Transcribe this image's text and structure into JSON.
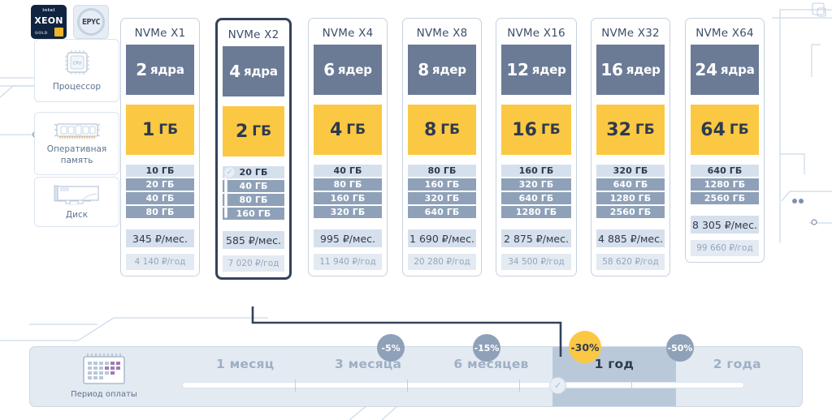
{
  "brand": {
    "cpu_logos": [
      {
        "name": "intel-xeon-logo",
        "vendor": "intel",
        "model": "XEON",
        "tier": "GOLD"
      },
      {
        "name": "amd-epyc-logo",
        "text": "EPYC"
      }
    ]
  },
  "spec_rows": [
    {
      "icon": "cpu-icon",
      "label": "Процессор"
    },
    {
      "icon": "ram-icon",
      "label": "Оперативная\nпамять"
    },
    {
      "icon": "disk-icon",
      "label": "Диск"
    }
  ],
  "plans": [
    {
      "title": "NVMe X1",
      "selected": false,
      "cores_value": "2",
      "cores_unit": "ядра",
      "ram_value": "1",
      "ram_unit": "ГБ",
      "disks": [
        "10 ГБ",
        "20 ГБ",
        "40 ГБ",
        "80 ГБ"
      ],
      "disk_selected_index": 0,
      "price_month": "345 ₽/мес.",
      "price_year": "4 140 ₽/год"
    },
    {
      "title": "NVMe X2",
      "selected": true,
      "cores_value": "4",
      "cores_unit": "ядра",
      "ram_value": "2",
      "ram_unit": "ГБ",
      "disks": [
        "20 ГБ",
        "40 ГБ",
        "80 ГБ",
        "160 ГБ"
      ],
      "disk_selected_index": 0,
      "price_month": "585 ₽/мес.",
      "price_year": "7 020 ₽/год"
    },
    {
      "title": "NVMe X4",
      "selected": false,
      "cores_value": "6",
      "cores_unit": "ядер",
      "ram_value": "4",
      "ram_unit": "ГБ",
      "disks": [
        "40 ГБ",
        "80 ГБ",
        "160 ГБ",
        "320 ГБ"
      ],
      "disk_selected_index": 0,
      "price_month": "995 ₽/мес.",
      "price_year": "11 940 ₽/год"
    },
    {
      "title": "NVMe X8",
      "selected": false,
      "cores_value": "8",
      "cores_unit": "ядер",
      "ram_value": "8",
      "ram_unit": "ГБ",
      "disks": [
        "80 ГБ",
        "160 ГБ",
        "320 ГБ",
        "640 ГБ"
      ],
      "disk_selected_index": 0,
      "price_month": "1 690 ₽/мес.",
      "price_year": "20 280 ₽/год"
    },
    {
      "title": "NVMe X16",
      "selected": false,
      "cores_value": "12",
      "cores_unit": "ядер",
      "ram_value": "16",
      "ram_unit": "ГБ",
      "disks": [
        "160 ГБ",
        "320 ГБ",
        "640 ГБ",
        "1280 ГБ"
      ],
      "disk_selected_index": 0,
      "price_month": "2 875 ₽/мес.",
      "price_year": "34 500 ₽/год"
    },
    {
      "title": "NVMe X32",
      "selected": false,
      "cores_value": "16",
      "cores_unit": "ядер",
      "ram_value": "32",
      "ram_unit": "ГБ",
      "disks": [
        "320 ГБ",
        "640 ГБ",
        "1280 ГБ",
        "2560 ГБ"
      ],
      "disk_selected_index": 0,
      "price_month": "4 885 ₽/мес.",
      "price_year": "58 620 ₽/год"
    },
    {
      "title": "NVMe X64",
      "selected": false,
      "cores_value": "24",
      "cores_unit": "ядра",
      "ram_value": "64",
      "ram_unit": "ГБ",
      "disks": [
        "640 ГБ",
        "1280 ГБ",
        "2560 ГБ"
      ],
      "disk_selected_index": 0,
      "price_month": "8 305 ₽/мес.",
      "price_year": "99 660 ₽/год"
    }
  ],
  "period": {
    "icon": "calendar-icon",
    "label": "Период оплаты",
    "options": [
      {
        "label": "1 месяц",
        "discount": null,
        "selected": false
      },
      {
        "label": "3 месяца",
        "discount": "-5%",
        "selected": false
      },
      {
        "label": "6 месяцев",
        "discount": "-15%",
        "selected": false
      },
      {
        "label": "1 год",
        "discount": "-30%",
        "selected": true
      },
      {
        "label": "2 года",
        "discount": "-50%",
        "selected": false
      }
    ]
  },
  "colors": {
    "cores_block": "#6b7b96",
    "ram_block": "#fbc843",
    "disk_active": "#d6e0ec",
    "disk_inactive": "#8fa1b8",
    "panel_bg": "#e3eaf2",
    "selected_border": "#34435c",
    "discount_gold": "#fbc843",
    "discount_grey": "#8fa1b8"
  }
}
